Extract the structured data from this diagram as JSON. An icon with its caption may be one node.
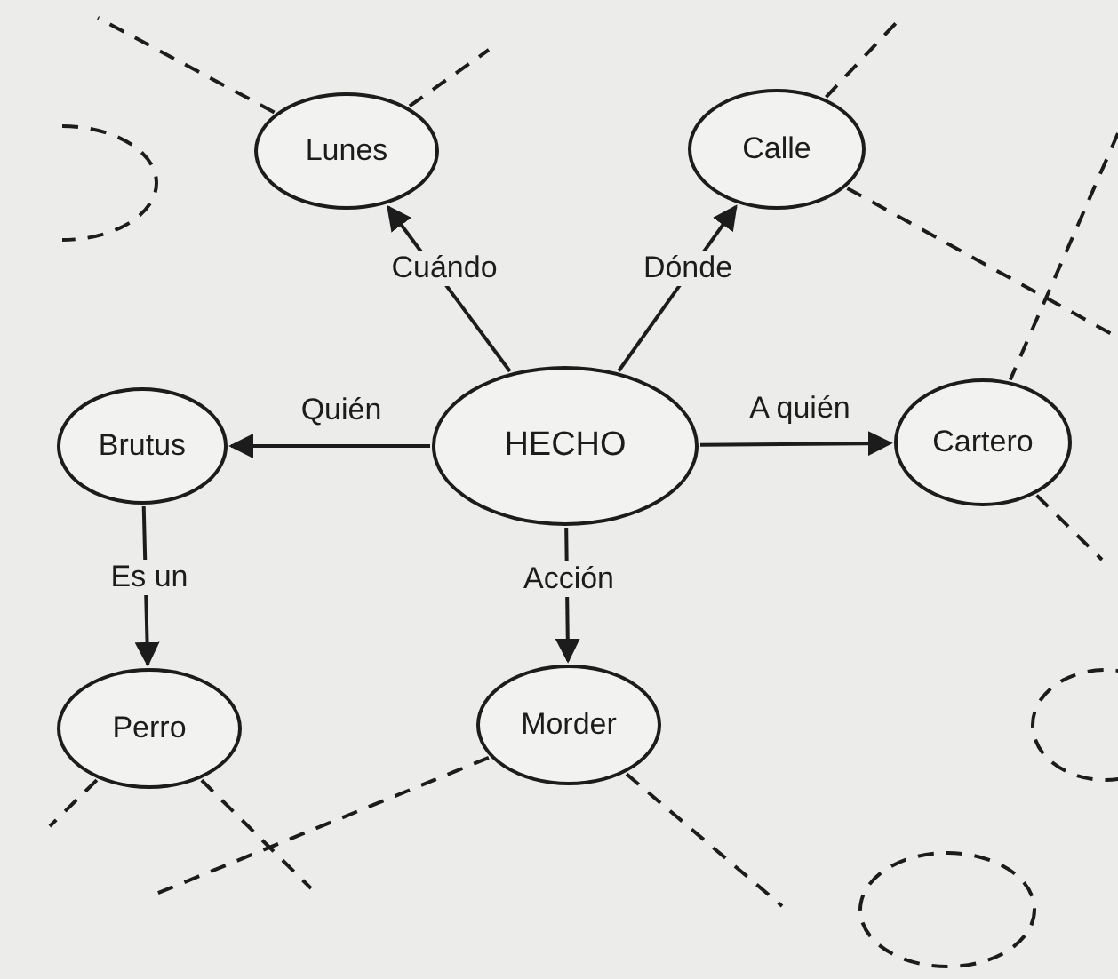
{
  "diagram": {
    "nodes": [
      {
        "text": [
          "Lunes"
        ]
      },
      {
        "text": [
          "Calle"
        ]
      },
      {
        "text": [
          "Brutus"
        ]
      },
      {
        "text": [
          "HECHO"
        ]
      },
      {
        "text": [
          "Cartero"
        ]
      },
      {
        "text": [
          "Perro"
        ]
      },
      {
        "text": [
          "Morder"
        ]
      },
      {
        "text": [],
        "shape": "ellipse"
      },
      {
        "text": [],
        "shape": "ellipse"
      },
      {
        "text": [],
        "shape": "ellipse"
      }
    ],
    "edges": [
      {
        "from": 3,
        "to": 0,
        "arrow": "to",
        "label": "Cuándo"
      },
      {
        "from": 3,
        "to": 1,
        "arrow": "to",
        "label": "Dónde"
      },
      {
        "from": 3,
        "to": 2,
        "arrow": "to",
        "label": "Quién"
      },
      {
        "from": 3,
        "to": 4,
        "arrow": "to",
        "label": "A quién"
      },
      {
        "from": 2,
        "to": 5,
        "arrow": "to",
        "label": "Es un"
      },
      {
        "from": 3,
        "to": 6,
        "arrow": "to",
        "label": "Acción"
      },
      {
        "from": 0,
        "to": null,
        "arrow": "none",
        "style": "dashed"
      },
      {
        "from": 0,
        "to": null,
        "arrow": "none",
        "style": "dashed"
      },
      {
        "from": 1,
        "to": null,
        "arrow": "none",
        "style": "dashed"
      },
      {
        "from": 1,
        "to": null,
        "arrow": "none",
        "style": "dashed"
      },
      {
        "from": null,
        "to": 4,
        "arrow": "none",
        "style": "dashed"
      },
      {
        "from": 4,
        "to": null,
        "arrow": "none",
        "style": "dashed"
      },
      {
        "from": 5,
        "to": null,
        "arrow": "none",
        "style": "dashed"
      },
      {
        "from": 5,
        "to": null,
        "arrow": "none",
        "style": "dashed"
      },
      {
        "from": 6,
        "to": null,
        "arrow": "none",
        "style": "dashed"
      },
      {
        "from": 6,
        "to": null,
        "arrow": "none",
        "style": "dashed"
      }
    ]
  }
}
